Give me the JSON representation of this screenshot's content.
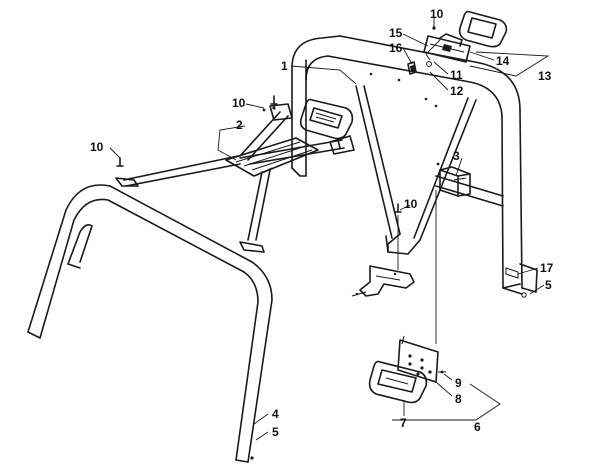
{
  "diagram": {
    "callouts": [
      {
        "id": "c1",
        "label": "1"
      },
      {
        "id": "c2",
        "label": "2"
      },
      {
        "id": "c3",
        "label": "3"
      },
      {
        "id": "c4",
        "label": "4"
      },
      {
        "id": "c5a",
        "label": "5"
      },
      {
        "id": "c5b",
        "label": "5"
      },
      {
        "id": "c6",
        "label": "6"
      },
      {
        "id": "c7",
        "label": "7"
      },
      {
        "id": "c8",
        "label": "8"
      },
      {
        "id": "c9",
        "label": "9"
      },
      {
        "id": "c10a",
        "label": "10"
      },
      {
        "id": "c10b",
        "label": "10"
      },
      {
        "id": "c10c",
        "label": "10"
      },
      {
        "id": "c10d",
        "label": "10"
      },
      {
        "id": "c11",
        "label": "11"
      },
      {
        "id": "c12",
        "label": "12"
      },
      {
        "id": "c13",
        "label": "13"
      },
      {
        "id": "c14",
        "label": "14"
      },
      {
        "id": "c15",
        "label": "15"
      },
      {
        "id": "c16",
        "label": "16"
      },
      {
        "id": "c17",
        "label": "17"
      }
    ],
    "colors": {
      "line": "#1a1a1a",
      "background": "#ffffff"
    }
  }
}
